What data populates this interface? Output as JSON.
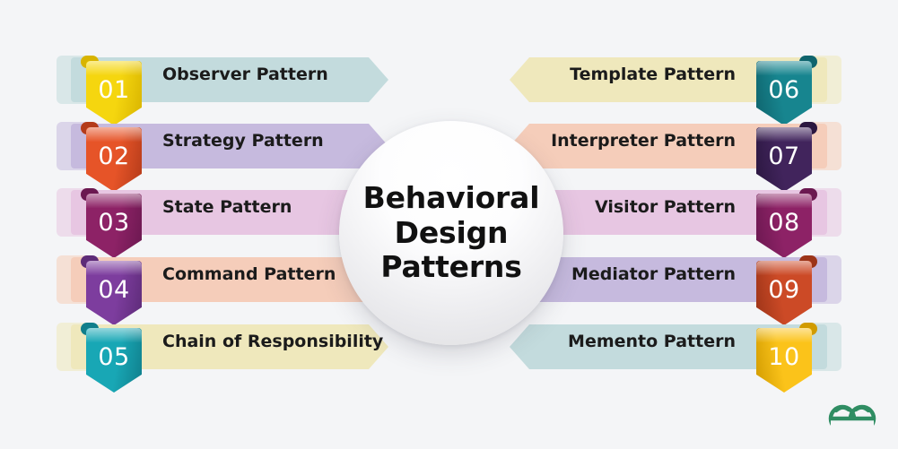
{
  "background_color": "#f4f5f7",
  "center": {
    "title_lines": [
      "Behavioral",
      "Design",
      "Patterns"
    ],
    "title": "Behavioral Design Patterns"
  },
  "logo": {
    "name": "geeksforgeeks-logo",
    "color": "#2f8d63"
  },
  "left_column": [
    {
      "number": "01",
      "label": "Observer Pattern",
      "bar_color": "#c3dbdd",
      "badge_color": "#f5d60f",
      "badge_dark": "#d8b400"
    },
    {
      "number": "02",
      "label": "Strategy Pattern",
      "bar_color": "#c6bade",
      "badge_color": "#e65428",
      "badge_dark": "#b43b1a"
    },
    {
      "number": "03",
      "label": "State Pattern",
      "bar_color": "#e7c6e2",
      "badge_color": "#8d2266",
      "badge_dark": "#6b1850"
    },
    {
      "number": "04",
      "label": "Command Pattern",
      "bar_color": "#f5cdba",
      "badge_color": "#7d3d9e",
      "badge_dark": "#5d2b78"
    },
    {
      "number": "05",
      "label": "Chain of Responsibility",
      "bar_color": "#efe8bc",
      "badge_color": "#18a7b5",
      "badge_dark": "#107e8b"
    }
  ],
  "right_column": [
    {
      "number": "06",
      "label": "Template Pattern",
      "bar_color": "#efe8bc",
      "badge_color": "#17858f",
      "badge_dark": "#0f646d"
    },
    {
      "number": "07",
      "label": "Interpreter Pattern",
      "bar_color": "#f5cdba",
      "badge_color": "#41245c",
      "badge_dark": "#2b1740"
    },
    {
      "number": "08",
      "label": "Visitor Pattern",
      "bar_color": "#e7c6e2",
      "badge_color": "#8d2266",
      "badge_dark": "#6b1850"
    },
    {
      "number": "09",
      "label": "Mediator Pattern",
      "bar_color": "#c6bade",
      "badge_color": "#cc4a26",
      "badge_dark": "#9c3418"
    },
    {
      "number": "10",
      "label": "Memento Pattern",
      "bar_color": "#c3dbdd",
      "badge_color": "#fbc31a",
      "badge_dark": "#d19b00"
    }
  ]
}
